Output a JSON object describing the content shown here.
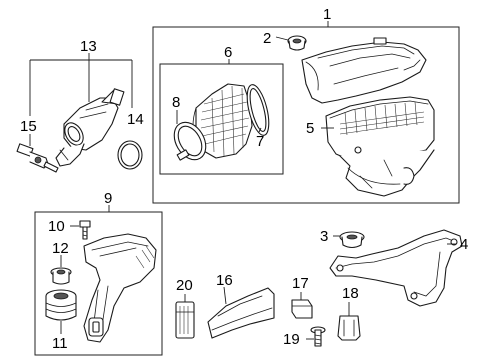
{
  "callouts": {
    "c1": "1",
    "c2": "2",
    "c3a": "3",
    "c3b": "3",
    "c4": "4",
    "c5": "5",
    "c6": "6",
    "c7": "7",
    "c8": "8",
    "c9": "9",
    "c10": "10",
    "c11": "11",
    "c12": "12",
    "c13": "13",
    "c14": "14",
    "c15": "15",
    "c16": "16",
    "c17": "17",
    "c18": "18",
    "c19": "19",
    "c20": "20"
  },
  "colors": {
    "line": "#1a1a1a",
    "background": "#ffffff",
    "shade": "#d9d9d9"
  }
}
